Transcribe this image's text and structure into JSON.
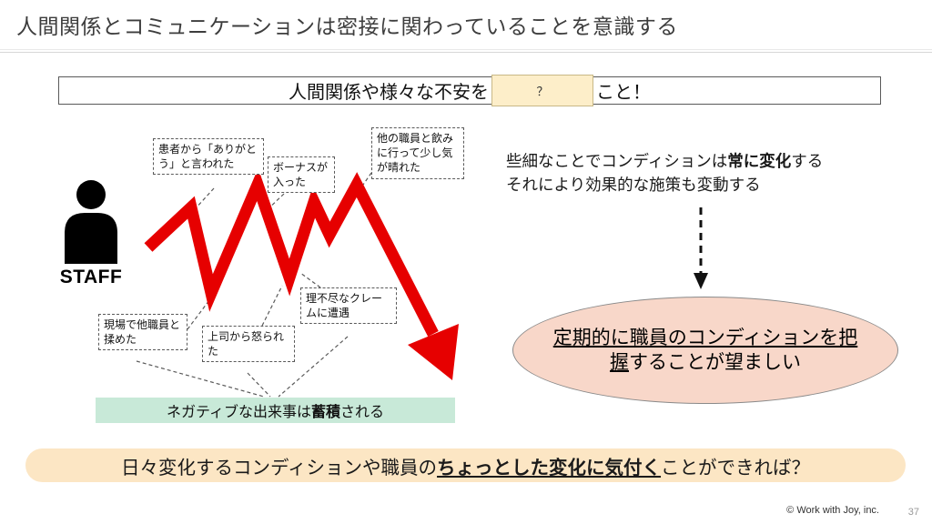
{
  "title": "人間関係とコミュニケーションは密接に関わっていることを意識する",
  "header": {
    "before": "人間関係や様々な不安を",
    "answer": "？",
    "after": "こと！"
  },
  "staff": {
    "label": "STAFF"
  },
  "callouts": {
    "thanks": "患者から「ありがとう」と言われた",
    "bonus": "ボーナスが入った",
    "drink": "他の職員と飲みに行って少し気が晴れた",
    "conflict": "現場で他職員と揉めた",
    "scolded": "上司から怒られた",
    "claim": "理不尽なクレームに遭遇"
  },
  "negative": {
    "pre": "ネガティブな出来事は",
    "bold": "蓄積",
    "post": "される"
  },
  "note": {
    "l1_pre": "些細なことでコンディションは",
    "l1_bold": "常に変化",
    "l1_post": "する",
    "l2": "それにより効果的な施策も変動する"
  },
  "ellipse": {
    "underline": "定期的に職員のコンディションを把握",
    "rest": "することが望ましい"
  },
  "bottom": {
    "pre": "日々変化するコンディションや職員の",
    "emphasis": "ちょっとした変化に気付く",
    "post": "ことができれば？"
  },
  "footer": {
    "copyright": "© Work with Joy, inc.",
    "page": "37"
  },
  "colors": {
    "accent_red": "#e60000",
    "answer_bg": "#fdeec9",
    "negative_bg": "#c8e9d8",
    "ellipse_bg": "#f8d7c9",
    "bottom_bg": "#fce6c4"
  }
}
